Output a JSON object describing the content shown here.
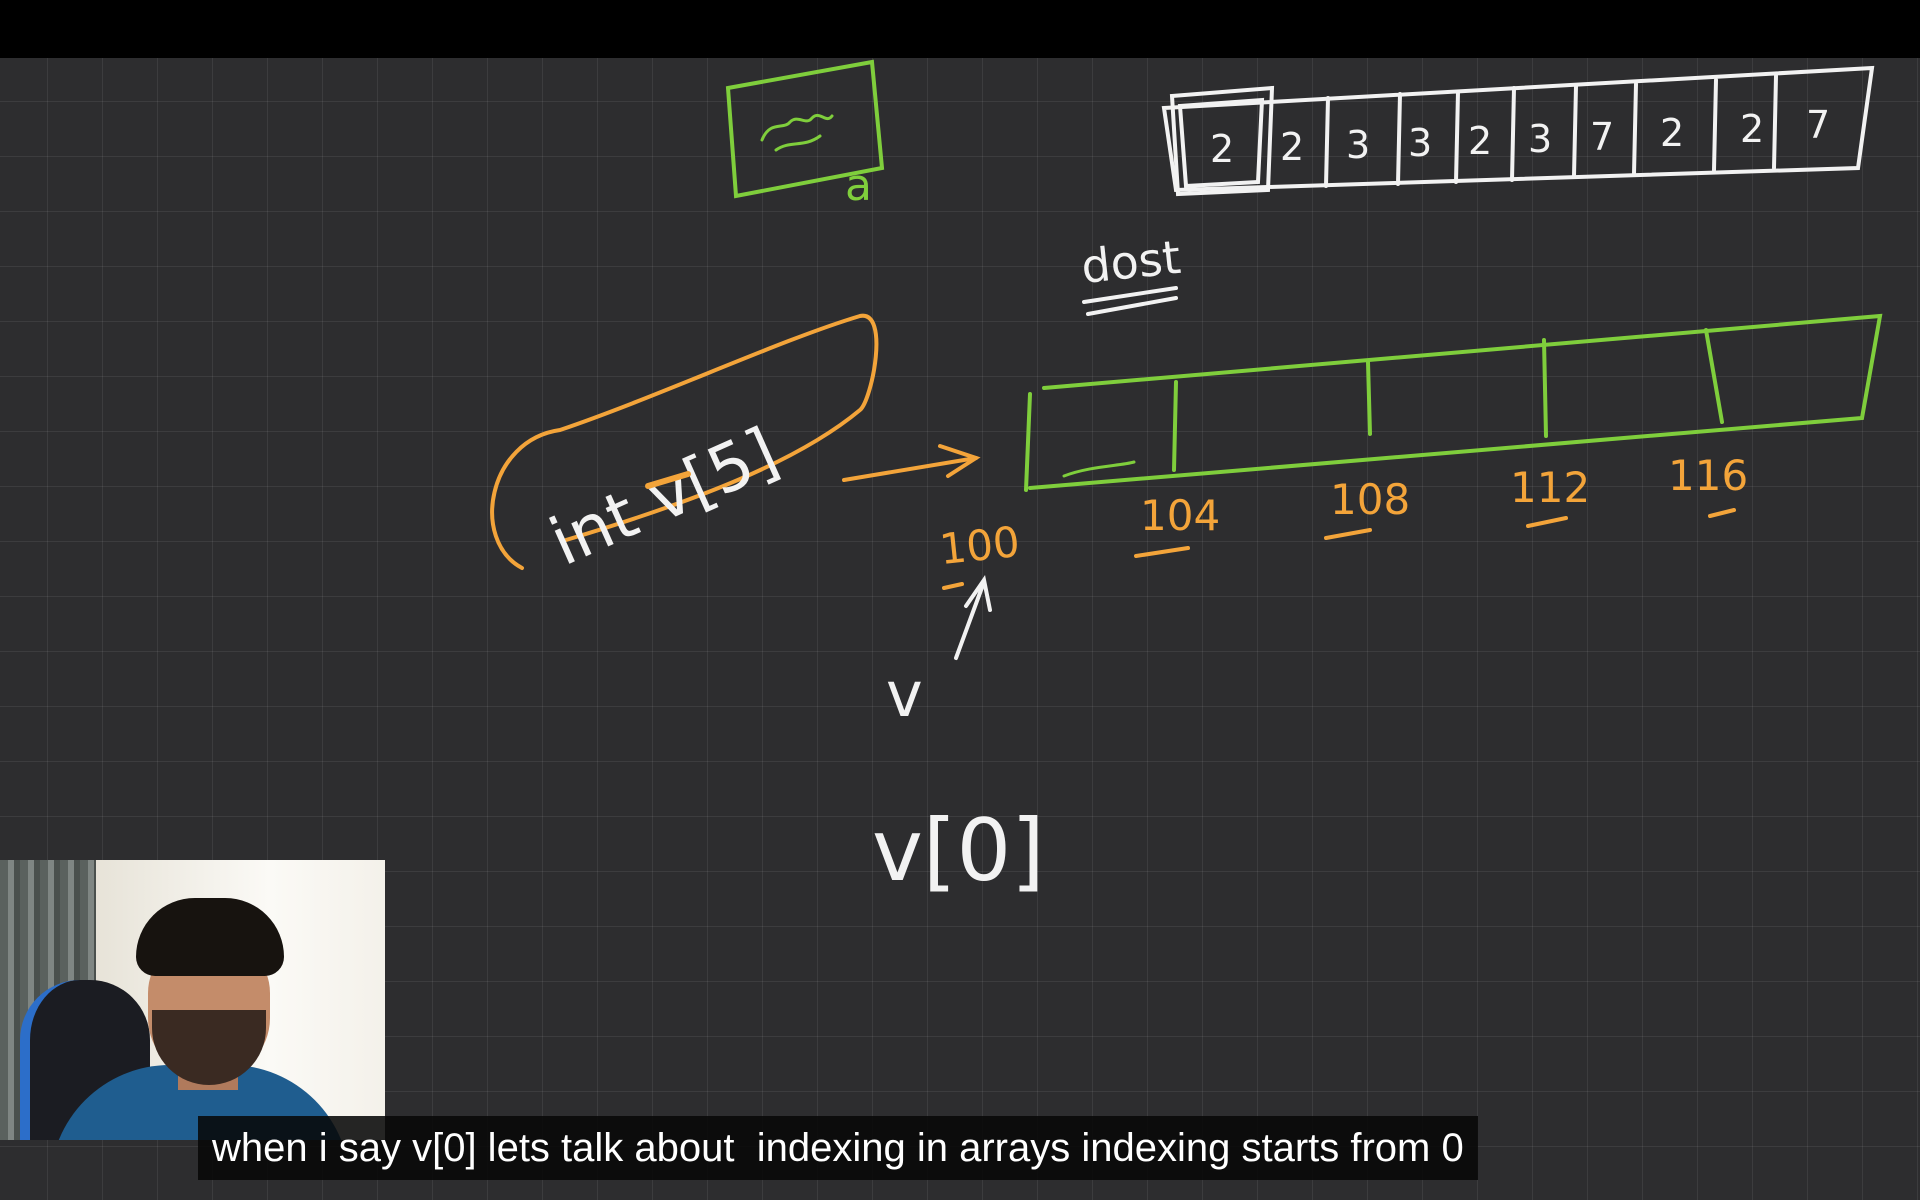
{
  "whiteboard": {
    "array_values": [
      "2",
      "2",
      "3",
      "3",
      "2",
      "3",
      "7",
      "2",
      "2",
      "7"
    ],
    "dost_label": "dost",
    "a_label": "a",
    "declaration": "int v[5]",
    "addresses": [
      "100",
      "104",
      "108",
      "112",
      "116"
    ],
    "pointer_label": "v",
    "index_expression": "v[0]"
  },
  "colors": {
    "board": "#2d2d2f",
    "white_ink": "#f2f2f2",
    "green_ink": "#7fce3c",
    "orange_ink": "#f3a43a"
  },
  "subtitle": {
    "text": "when i say v[0] lets talk about  indexing in arrays indexing starts from 0"
  }
}
